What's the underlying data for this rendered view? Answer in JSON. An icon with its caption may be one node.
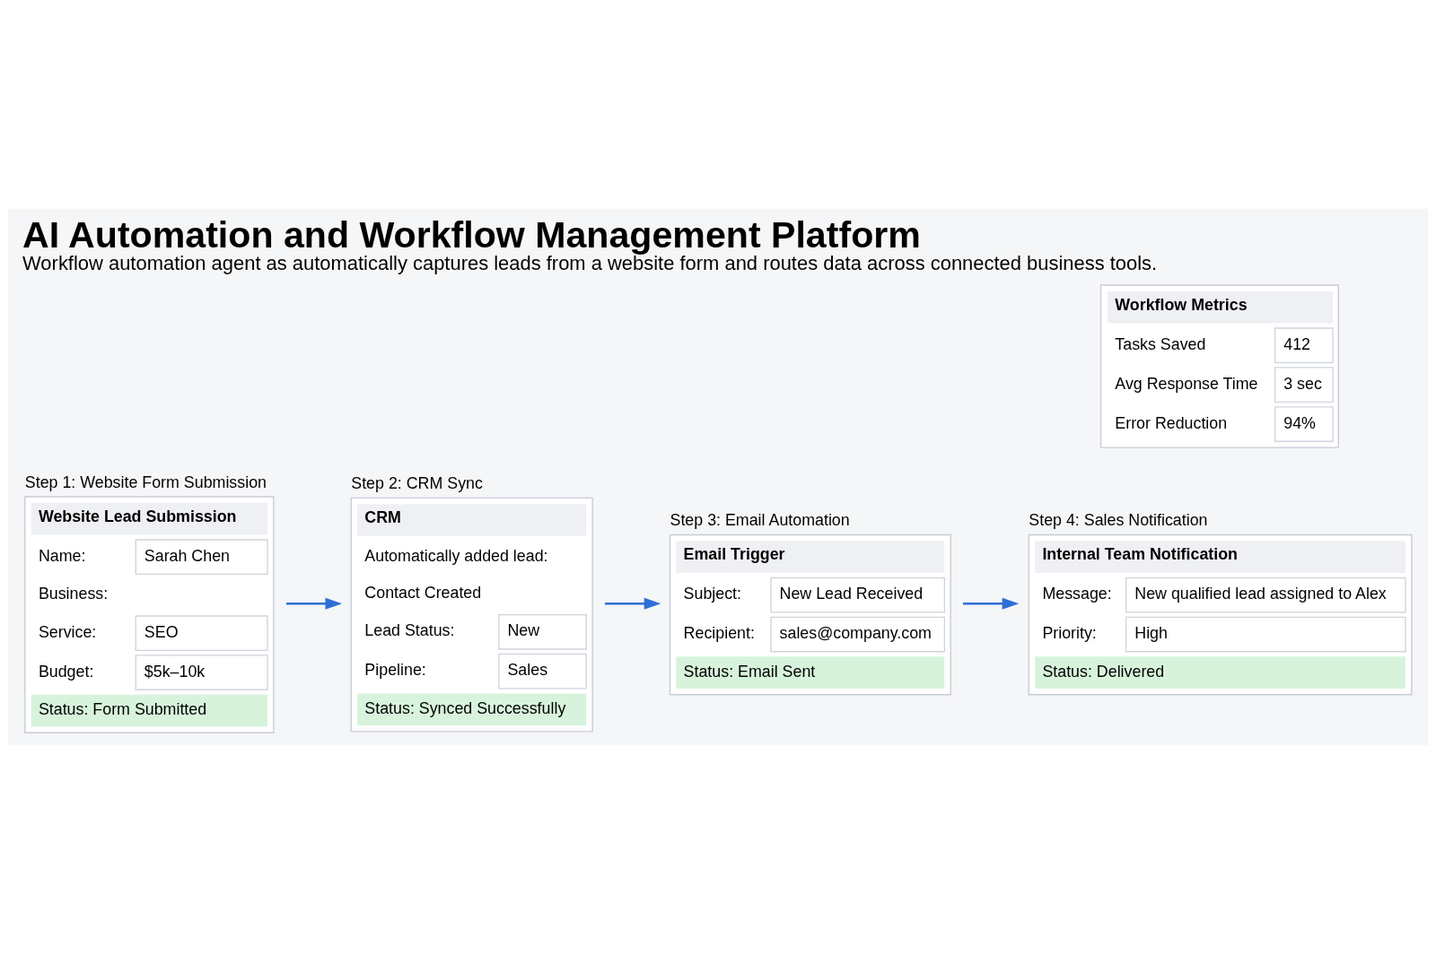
{
  "diagram": {
    "title": "AI Automation and Workflow Management Platform",
    "caption": "Workflow automation agent as automatically captures leads from a website form and routes data across connected business tools.",
    "nodes": [
      {
        "text": [
          "Step 1: Website Form Submission",
          "Website Lead Submission",
          "Name:",
          "Sarah Chen",
          "Business:",
          "Service:",
          "SEO",
          "Budget:",
          "$5k–10k",
          "Status: Form Submitted"
        ]
      },
      {
        "text": [
          "Step 2: CRM Sync",
          "CRM",
          "Automatically added lead:",
          "Contact Created",
          "Lead Status:",
          "New",
          "Pipeline:",
          "Sales",
          "Status: Synced Successfully"
        ]
      },
      {
        "text": [
          "Step 3: Email Automation",
          "Email Trigger",
          "Subject:",
          "New Lead Received",
          "Recipient:",
          "sales@company.com",
          "Status: Email Sent"
        ]
      },
      {
        "text": [
          "Step 4: Sales Notification",
          "Internal Team Notification",
          "Message:",
          "New qualified lead assigned to Alex",
          "Priority:",
          "High",
          "Status: Delivered"
        ]
      },
      {
        "text": [
          "Workflow Metrics",
          "Tasks Saved",
          "412",
          "Avg Response Time",
          "3 sec",
          "Error Reduction",
          "94%"
        ]
      }
    ],
    "edges": [
      {
        "from": 0,
        "to": 1,
        "arrow": "to"
      },
      {
        "from": 1,
        "to": 2,
        "arrow": "to"
      },
      {
        "from": 2,
        "to": 3,
        "arrow": "to"
      }
    ]
  }
}
